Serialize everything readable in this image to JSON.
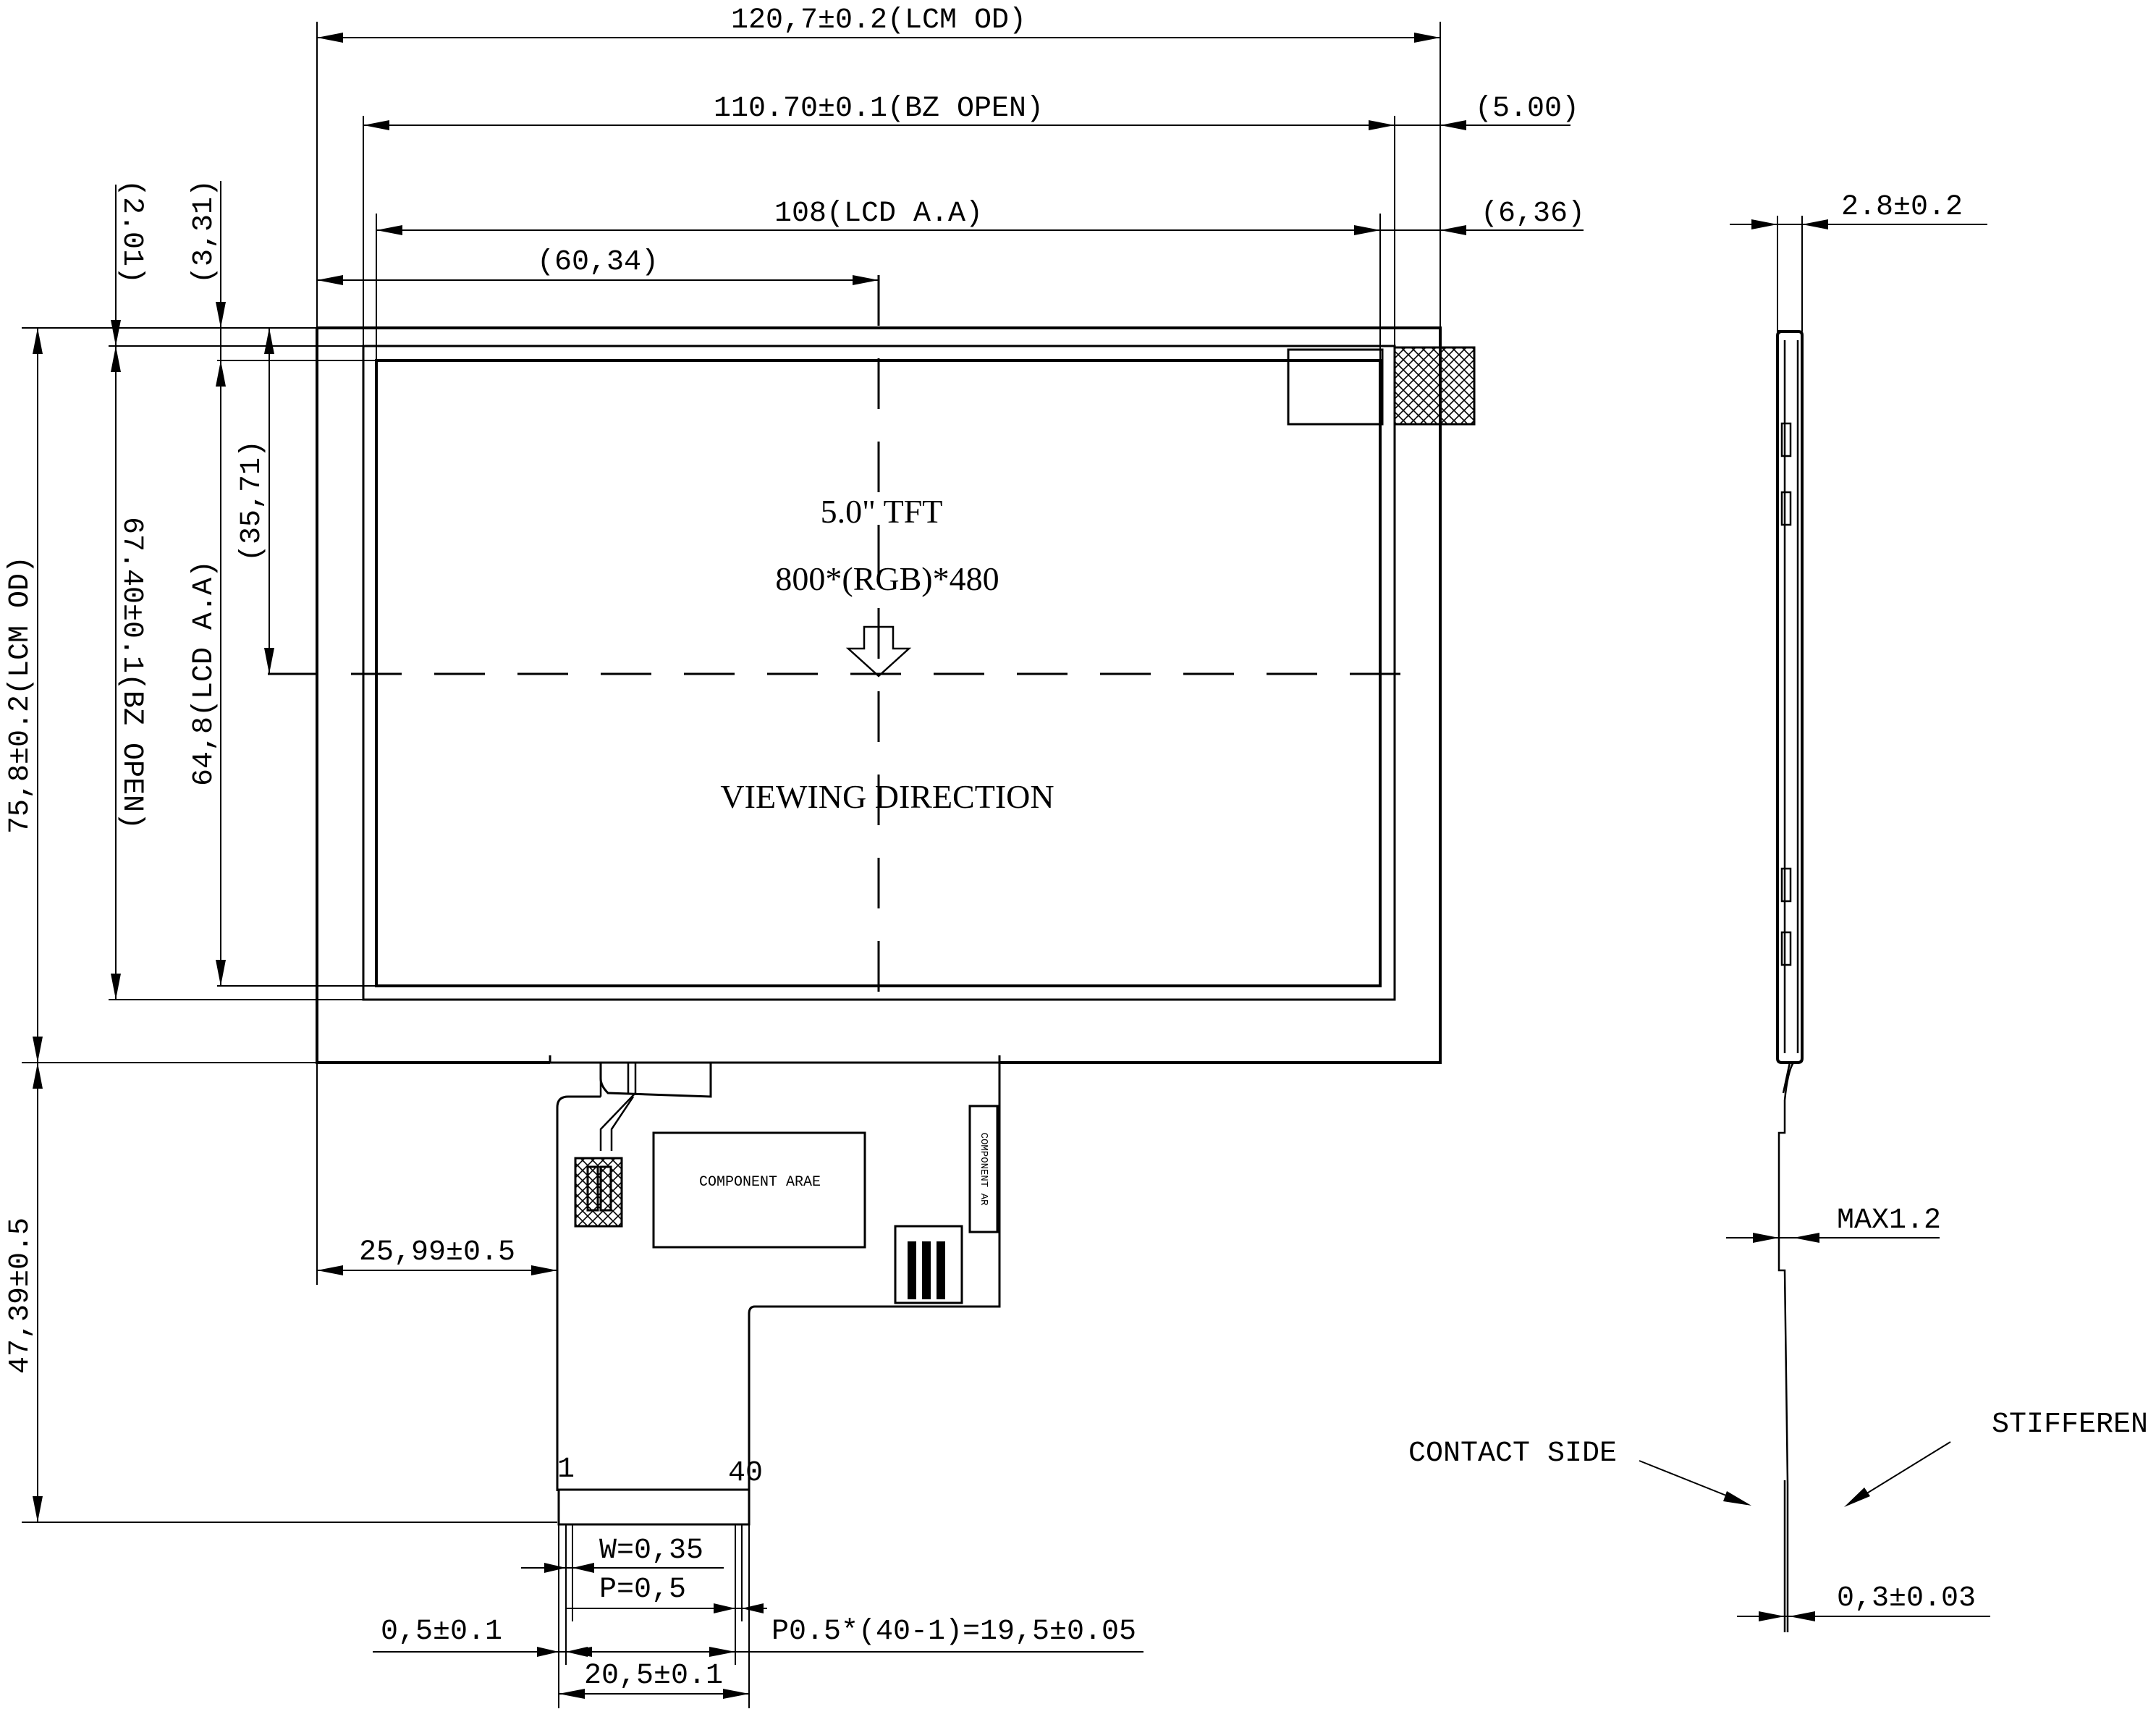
{
  "front_view": {
    "dimensions": {
      "lcm_od_width": "120,7±0.2(LCM OD)",
      "bz_open_width": "110.70±0.1(BZ OPEN)",
      "lcd_aa_width": "108(LCD A.A)",
      "center_offset_x": "(60,34)",
      "right_offset_bz": "(5.00)",
      "right_offset_aa": "(6,36)",
      "top_offset_bz": "(2.01)",
      "top_offset_aa": "(3,31)",
      "center_offset_y": "(35,71)",
      "bz_open_height": "67.40±0.1(BZ OPEN)",
      "lcd_aa_height": "64,8(LCD A.A)",
      "lcm_od_height": "75,8±0.2(LCM OD)",
      "fpc_length": "47,39±0.5",
      "fpc_offset_x": "25,99±0.5"
    },
    "panel_text": {
      "size_line": "5.0\" TFT",
      "resolution": "800*(RGB)*480",
      "viewing_direction": "VIEWING DIRECTION"
    },
    "fpc": {
      "component_area_label": "COMPONENT ARAE",
      "component_area_small": "COMPONENT AR",
      "pin_first": "1",
      "pin_last": "40",
      "pin_width": "W=0,35",
      "pin_pitch": "P=0,5",
      "edge_offset": "0,5±0.1",
      "pitch_total": "P0.5*(40-1)=19,5±0.05",
      "connector_width": "20,5±0.1"
    }
  },
  "side_view": {
    "thickness": "2.8±0.2",
    "fpc_max": "MAX1.2",
    "contact_side": "CONTACT SIDE",
    "stiffener": "STIFFEREN",
    "fpc_thickness": "0,3±0.03"
  }
}
